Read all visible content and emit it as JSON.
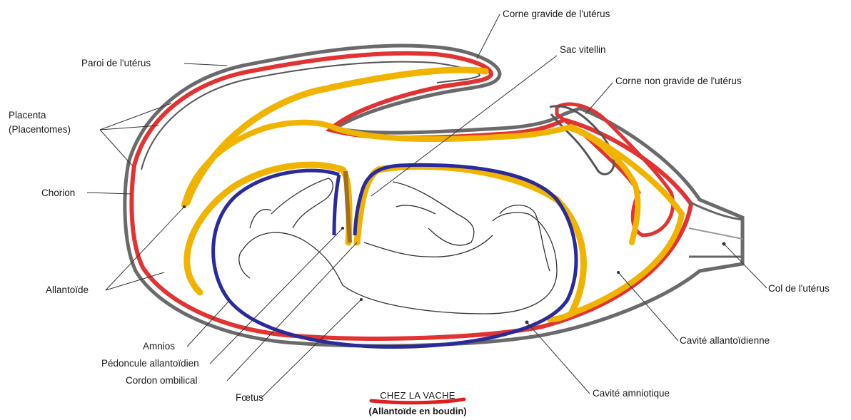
{
  "labels": {
    "corne_gravide": "Corne gravide de l'utérus",
    "paroi": "Paroi de l'utérus",
    "sac_vitellin": "Sac vitellin",
    "corne_non_gravide": "Corne non gravide de l'utérus",
    "placenta_line1": "Placenta",
    "placenta_line2": "(Placentomes)",
    "chorion": "Chorion",
    "allantoide": "Allantoïde",
    "col": "Col de l'utérus",
    "cavite_allantoidienne": "Cavité allantoïdienne",
    "amnios": "Amnios",
    "pedoncule": "Pédoncule allantoïdien",
    "cordon": "Cordon ombilical",
    "foetus": "Fœtus",
    "cavite_amniotique": "Cavité amniotique"
  },
  "caption": {
    "title": "CHEZ LA VACHE",
    "subtitle": "(Allantoïde en boudin)"
  },
  "colors": {
    "uterus_wall": "#e23333",
    "allantois": "#f0b400",
    "amnion": "#2a2a9a",
    "outline": "#555555",
    "leader": "#333333",
    "caption_underline": "#e02020"
  }
}
